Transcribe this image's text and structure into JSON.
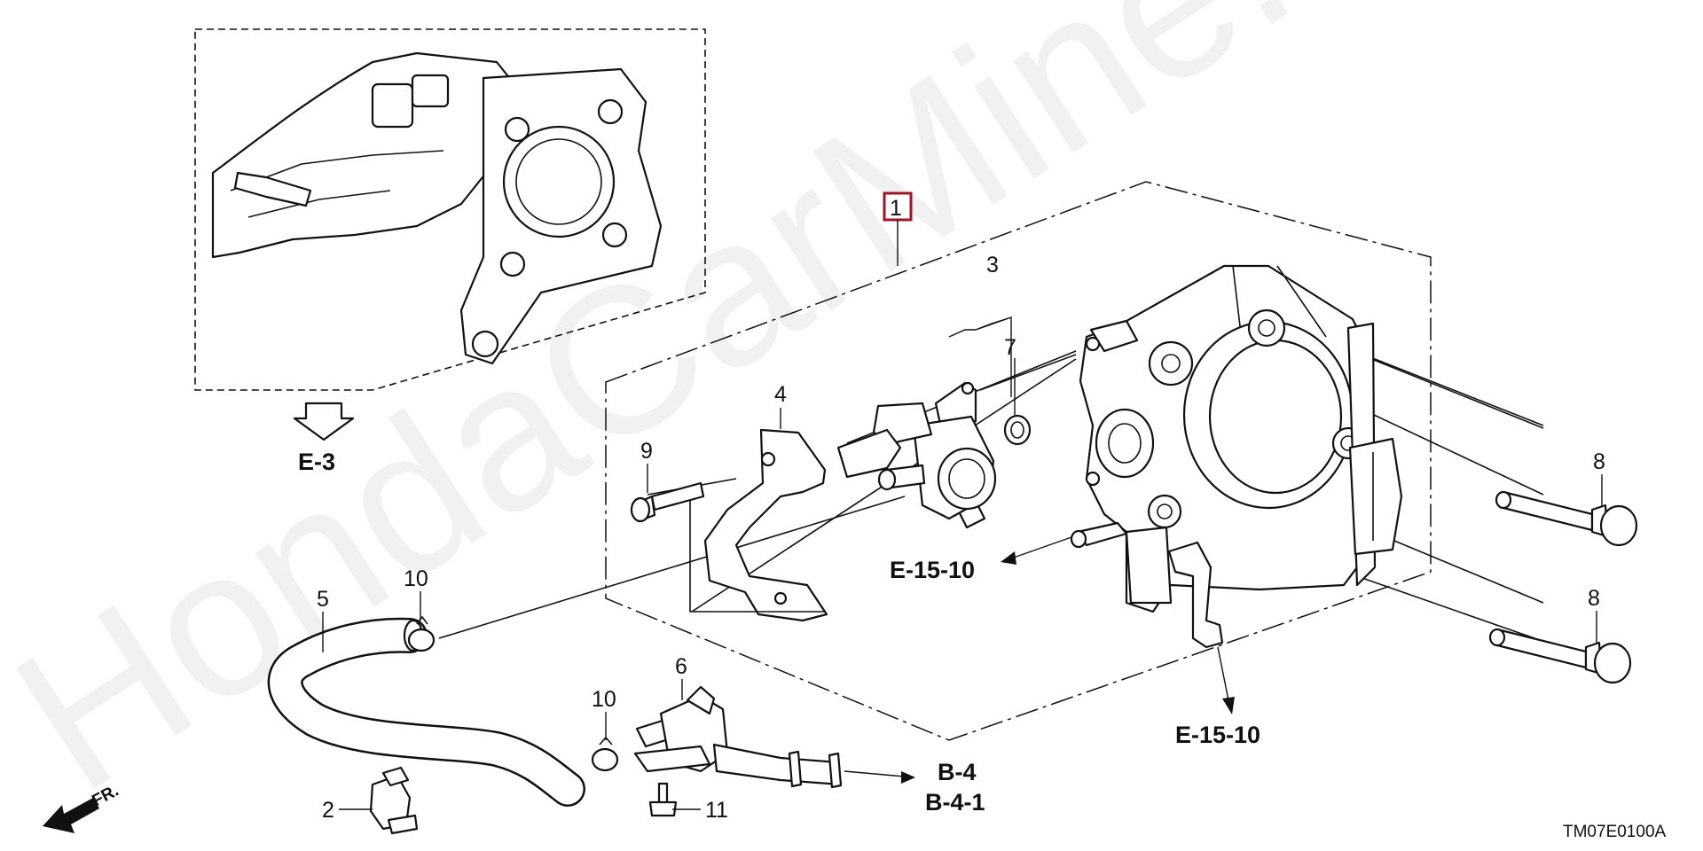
{
  "watermark": "HondaCarMine.ru",
  "diagram_code": "TM07E0100A",
  "front_label": "FR.",
  "highlight_color": "#a0142a",
  "assembly_callout": "1",
  "part_callouts": {
    "p2": "2",
    "p3": "3",
    "p4": "4",
    "p5": "5",
    "p6": "6",
    "p7": "7",
    "p8_upper": "8",
    "p8_lower": "8",
    "p9": "9",
    "p10_upper": "10",
    "p10_lower": "10",
    "p11": "11"
  },
  "references": {
    "e3": "E-3",
    "e15_10_left": "E-15-10",
    "e15_10_bottom": "E-15-10",
    "b4": "B-4",
    "b4_1": "B-4-1"
  }
}
